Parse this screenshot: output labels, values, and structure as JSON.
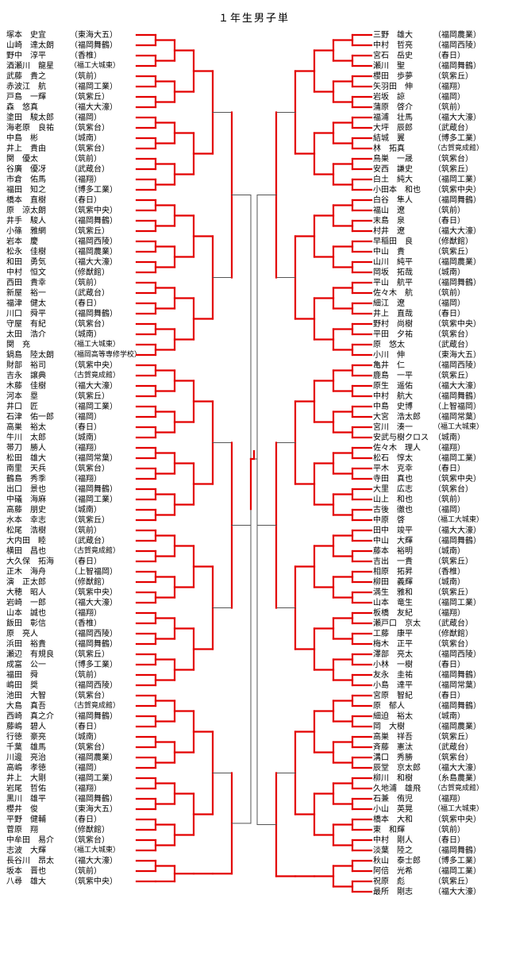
{
  "title": "１年生男子単",
  "colors": {
    "line": "#e30000",
    "gray": "#555555",
    "text": "#000000"
  },
  "left": [
    {
      "name": "塚本　史宜",
      "team": "（東海大五）"
    },
    {
      "name": "山崎　達太朗",
      "team": "（福岡舞鶴）"
    },
    {
      "name": "野中　淳平",
      "team": "（香椎）"
    },
    {
      "name": "酒瀬川　龍星",
      "team": "（福工大城東）",
      "special": true
    },
    {
      "name": "武藤　貴之",
      "team": "（筑前）"
    },
    {
      "name": "赤波江　航",
      "team": "（福岡工業）"
    },
    {
      "name": "戸島　一輝",
      "team": "（筑紫丘）"
    },
    {
      "name": "森　悠真",
      "team": "（福大大濠）"
    },
    {
      "name": "塗田　駿太郎",
      "team": "（福岡）"
    },
    {
      "name": "海老原　良祐",
      "team": "（筑紫台）"
    },
    {
      "name": "中島　彬",
      "team": "（城南）"
    },
    {
      "name": "井上　貴由",
      "team": "（筑紫台）"
    },
    {
      "name": "関　優太",
      "team": "（筑前）"
    },
    {
      "name": "谷廣　優冴",
      "team": "（武蔵台）"
    },
    {
      "name": "市倉　佑馬",
      "team": "（福翔）"
    },
    {
      "name": "福田　知之",
      "team": "（博多工業）"
    },
    {
      "name": "橋本　直樹",
      "team": "（春日）"
    },
    {
      "name": "原　涼太朗",
      "team": "（筑紫中央）"
    },
    {
      "name": "井手　駿人",
      "team": "（福岡舞鶴）"
    },
    {
      "name": "小篠　雅網",
      "team": "（筑紫丘）"
    },
    {
      "name": "岩本　慶",
      "team": "（福岡西陵）"
    },
    {
      "name": "松永　佳樹",
      "team": "（福岡農業）"
    },
    {
      "name": "和田　勇気",
      "team": "（福大大濠）"
    },
    {
      "name": "中村　恒文",
      "team": "（修猷館）"
    },
    {
      "name": "西田　貴幸",
      "team": "（筑前）"
    },
    {
      "name": "新屋　裕一",
      "team": "（武蔵台）"
    },
    {
      "name": "福津　健太",
      "team": "（春日）"
    },
    {
      "name": "川口　舜平",
      "team": "（福岡舞鶴）"
    },
    {
      "name": "守屋　有紀",
      "team": "（筑紫台）"
    },
    {
      "name": "太田　浩介",
      "team": "（城南）"
    },
    {
      "name": "関　充",
      "team": "（福工大城東）",
      "special": true
    },
    {
      "name": "鍋島　陸太朗",
      "team": "（福岡高等専修学校）",
      "special": true
    },
    {
      "name": "財部　裕司",
      "team": "（筑紫中央）"
    },
    {
      "name": "吉永　譲典",
      "team": "（古賀竟成館）",
      "special": true
    },
    {
      "name": "木藤　佳樹",
      "team": "（福大大濠）"
    },
    {
      "name": "河本　塁",
      "team": "（筑紫丘）"
    },
    {
      "name": "井口　匠",
      "team": "（福岡工業）"
    },
    {
      "name": "石津　佑一郎",
      "team": "（福岡）"
    },
    {
      "name": "高巣　裕太",
      "team": "（春日）"
    },
    {
      "name": "牛川　太郎",
      "team": "（城南）"
    },
    {
      "name": "帯刀　勝人",
      "team": "（福翔）"
    },
    {
      "name": "松田　雄大",
      "team": "（福岡常葉）"
    },
    {
      "name": "南里　天兵",
      "team": "（筑紫台）"
    },
    {
      "name": "鶴島　秀季",
      "team": "（福翔）"
    },
    {
      "name": "出口　景也",
      "team": "（福岡舞鶴）"
    },
    {
      "name": "中礒　海麻",
      "team": "（福岡工業）"
    },
    {
      "name": "高藤　朋史",
      "team": "（城南）"
    },
    {
      "name": "水本　幸志",
      "team": "（筑紫丘）"
    },
    {
      "name": "松尾　浩樹",
      "team": "（筑前）"
    },
    {
      "name": "大内田　睦",
      "team": "（武蔵台）"
    },
    {
      "name": "横田　昌也",
      "team": "（古賀竟成館）",
      "special": true
    },
    {
      "name": "大久保　拓海",
      "team": "（春日）"
    },
    {
      "name": "正木　海舟",
      "team": "（上智福岡）"
    },
    {
      "name": "演　正太郎",
      "team": "（修猷館）"
    },
    {
      "name": "大穂　昭人",
      "team": "（筑紫中央）"
    },
    {
      "name": "岩崎　一郎",
      "team": "（福大大濠）"
    },
    {
      "name": "山本　誠也",
      "team": "（福翔）"
    },
    {
      "name": "飯田　彰信",
      "team": "（香椎）"
    },
    {
      "name": "原　亮人",
      "team": "（福岡西陵）"
    },
    {
      "name": "浜田　裕貴",
      "team": "（福岡舞鶴）"
    },
    {
      "name": "瀬辺　有規良",
      "team": "（筑紫丘）"
    },
    {
      "name": "成富　公一",
      "team": "（博多工業）"
    },
    {
      "name": "福田　舜",
      "team": "（筑前）"
    },
    {
      "name": "嶋田　奨",
      "team": "（福岡西陵）"
    },
    {
      "name": "池田　大智",
      "team": "（筑紫台）"
    },
    {
      "name": "大島　真吾",
      "team": "（古賀竟成館）",
      "special": true
    },
    {
      "name": "西崎　真之介",
      "team": "（福岡舞鶴）"
    },
    {
      "name": "藤嶋　碧人",
      "team": "（春日）"
    },
    {
      "name": "行徳　豪亮",
      "team": "（城南）"
    },
    {
      "name": "千葉　雄馬",
      "team": "（筑紫台）"
    },
    {
      "name": "川邊　亮治",
      "team": "（福岡農業）"
    },
    {
      "name": "高嶋　孝徳",
      "team": "（福岡）"
    },
    {
      "name": "井上　大剛",
      "team": "（福岡工業）"
    },
    {
      "name": "岩尾　哲佑",
      "team": "（福翔）"
    },
    {
      "name": "黒川　雄平",
      "team": "（福岡舞鶴）"
    },
    {
      "name": "櫻井　俊",
      "team": "（東海大五）"
    },
    {
      "name": "平野　健輔",
      "team": "（春日）"
    },
    {
      "name": "菅原　翔",
      "team": "（修猷館）"
    },
    {
      "name": "中牟田　易介",
      "team": "（筑紫台）"
    },
    {
      "name": "志波　大輝",
      "team": "（福工大城東）",
      "special": true
    },
    {
      "name": "長谷川　昂太",
      "team": "（福大大濠）"
    },
    {
      "name": "坂本　晋也",
      "team": "（筑前）"
    },
    {
      "name": "八尋　雄大",
      "team": "（筑紫中央）"
    }
  ],
  "right": [
    {
      "name": "三野　雄大",
      "team": "（福岡農業）"
    },
    {
      "name": "中村　哲亮",
      "team": "（福岡西陵）"
    },
    {
      "name": "宮石　岳史",
      "team": "（春日）"
    },
    {
      "name": "瀬川　聖",
      "team": "（福岡舞鶴）"
    },
    {
      "name": "櫻田　歩夢",
      "team": "（筑紫丘）"
    },
    {
      "name": "矢羽田　伸",
      "team": "（福翔）"
    },
    {
      "name": "岩坂　諒",
      "team": "（福岡）"
    },
    {
      "name": "蒲原　啓介",
      "team": "（筑前）"
    },
    {
      "name": "福浦　壮馬",
      "team": "（福大大濠）"
    },
    {
      "name": "大坪　辰郎",
      "team": "（武蔵台）"
    },
    {
      "name": "結城　翼",
      "team": "（博多工業）"
    },
    {
      "name": "林　拓真",
      "team": "（古賀竟成館）",
      "special": true
    },
    {
      "name": "鳥巣　一晟",
      "team": "（筑紫台）"
    },
    {
      "name": "安西　謙史",
      "team": "（筑紫丘）"
    },
    {
      "name": "白土　純大",
      "team": "（福岡工業）"
    },
    {
      "name": "小田本　和也",
      "team": "（筑紫中央）"
    },
    {
      "name": "白谷　隼人",
      "team": "（福岡舞鶴）"
    },
    {
      "name": "福山　遼",
      "team": "（筑前）"
    },
    {
      "name": "末島　泉",
      "team": "（春日）"
    },
    {
      "name": "村井　遼",
      "team": "（福大大濠）"
    },
    {
      "name": "早稲田　良",
      "team": "（修猷館）"
    },
    {
      "name": "中山　貴",
      "team": "（筑紫丘）"
    },
    {
      "name": "山川　純平",
      "team": "（福岡農業）"
    },
    {
      "name": "岡坂　拓哉",
      "team": "（城南）"
    },
    {
      "name": "平山　航平",
      "team": "（福岡舞鶴）"
    },
    {
      "name": "佐々木　航",
      "team": "（筑前）"
    },
    {
      "name": "細江　遼",
      "team": "（福岡）"
    },
    {
      "name": "井上　直哉",
      "team": "（春日）"
    },
    {
      "name": "野村　尚樹",
      "team": "（筑紫中央）"
    },
    {
      "name": "平田　夕祐",
      "team": "（筑紫台）"
    },
    {
      "name": "原　悠太",
      "team": "（武蔵台）"
    },
    {
      "name": "小川　伸",
      "team": "（東海大五）"
    },
    {
      "name": "亀井　仁",
      "team": "（福岡西陵）"
    },
    {
      "name": "鹿島　一平",
      "team": "（筑紫丘）"
    },
    {
      "name": "原生　遥佑",
      "team": "（福大大濠）"
    },
    {
      "name": "中村　航大",
      "team": "（福岡舞鶴）"
    },
    {
      "name": "中島　史博",
      "team": "（上智福岡）"
    },
    {
      "name": "大宮　浩太郎",
      "team": "（福岡常葉）"
    },
    {
      "name": "宮川　湊一",
      "team": "（福工大城東）",
      "special": true
    },
    {
      "name": "安武与樹クロス",
      "team": "（城南）"
    },
    {
      "name": "佐々木　理人",
      "team": "（福翔）"
    },
    {
      "name": "松石　惇太",
      "team": "（福岡工業）"
    },
    {
      "name": "平木　克幸",
      "team": "（春日）"
    },
    {
      "name": "寺田　真也",
      "team": "（筑紫中央）"
    },
    {
      "name": "大里　広志",
      "team": "（筑紫台）"
    },
    {
      "name": "山上　和也",
      "team": "（筑前）"
    },
    {
      "name": "古後　徹也",
      "team": "（福岡）"
    },
    {
      "name": "中原　啓",
      "team": "（福工大城東）",
      "special": true
    },
    {
      "name": "田中　竣平",
      "team": "（福大大濠）"
    },
    {
      "name": "中山　大輝",
      "team": "（福岡舞鶴）"
    },
    {
      "name": "藤本　裕明",
      "team": "（城南）"
    },
    {
      "name": "吉出　一貴",
      "team": "（筑紫丘）"
    },
    {
      "name": "相原　拓昇",
      "team": "（香椎）"
    },
    {
      "name": "柳田　義輝",
      "team": "（城南）"
    },
    {
      "name": "満生　雅和",
      "team": "（筑紫丘）"
    },
    {
      "name": "山本　竜生",
      "team": "（福岡工業）"
    },
    {
      "name": "板橋　友紀",
      "team": "（福翔）"
    },
    {
      "name": "瀬戸口　京太",
      "team": "（武蔵台）"
    },
    {
      "name": "工藤　康平",
      "team": "（修猷館）"
    },
    {
      "name": "梅木　正平",
      "team": "（筑紫台）"
    },
    {
      "name": "澤部　亮太",
      "team": "（福岡西陵）"
    },
    {
      "name": "小林　一樹",
      "team": "（春日）"
    },
    {
      "name": "友永　圭祐",
      "team": "（福岡舞鶴）"
    },
    {
      "name": "小島　達平",
      "team": "（福岡常葉）"
    },
    {
      "name": "宮原　智紀",
      "team": "（春日）"
    },
    {
      "name": "原　郁人",
      "team": "（福岡舞鶴）"
    },
    {
      "name": "細迫　裕太",
      "team": "（城南）"
    },
    {
      "name": "岡　大樹",
      "team": "（福岡農業）"
    },
    {
      "name": "高巣　祥吾",
      "team": "（筑紫丘）"
    },
    {
      "name": "斉藤　憲汰",
      "team": "（武蔵台）"
    },
    {
      "name": "溝口　秀勝",
      "team": "（筑紫台）"
    },
    {
      "name": "辰堂　京太郎",
      "team": "（福大大濠）"
    },
    {
      "name": "柳川　和樹",
      "team": "（糸島農業）"
    },
    {
      "name": "久地浦　雄飛",
      "team": "（古賀竟成館）",
      "special": true
    },
    {
      "name": "石兼　侑児",
      "team": "（福翔）"
    },
    {
      "name": "小山　英晃",
      "team": "（福工大城東）",
      "special": true
    },
    {
      "name": "橋本　大和",
      "team": "（筑紫中央）"
    },
    {
      "name": "東　和輝",
      "team": "（筑前）"
    },
    {
      "name": "中村　剛人",
      "team": "（春日）"
    },
    {
      "name": "淡葉　陸之",
      "team": "（福岡舞鶴）"
    },
    {
      "name": "秋山　泰士郎",
      "team": "（博多工業）"
    },
    {
      "name": "阿倍　光希",
      "team": "（福岡工業）"
    },
    {
      "name": "祝原　彪",
      "team": "（筑紫丘）"
    },
    {
      "name": "最所　剛志",
      "team": "（福大大濠）"
    }
  ]
}
